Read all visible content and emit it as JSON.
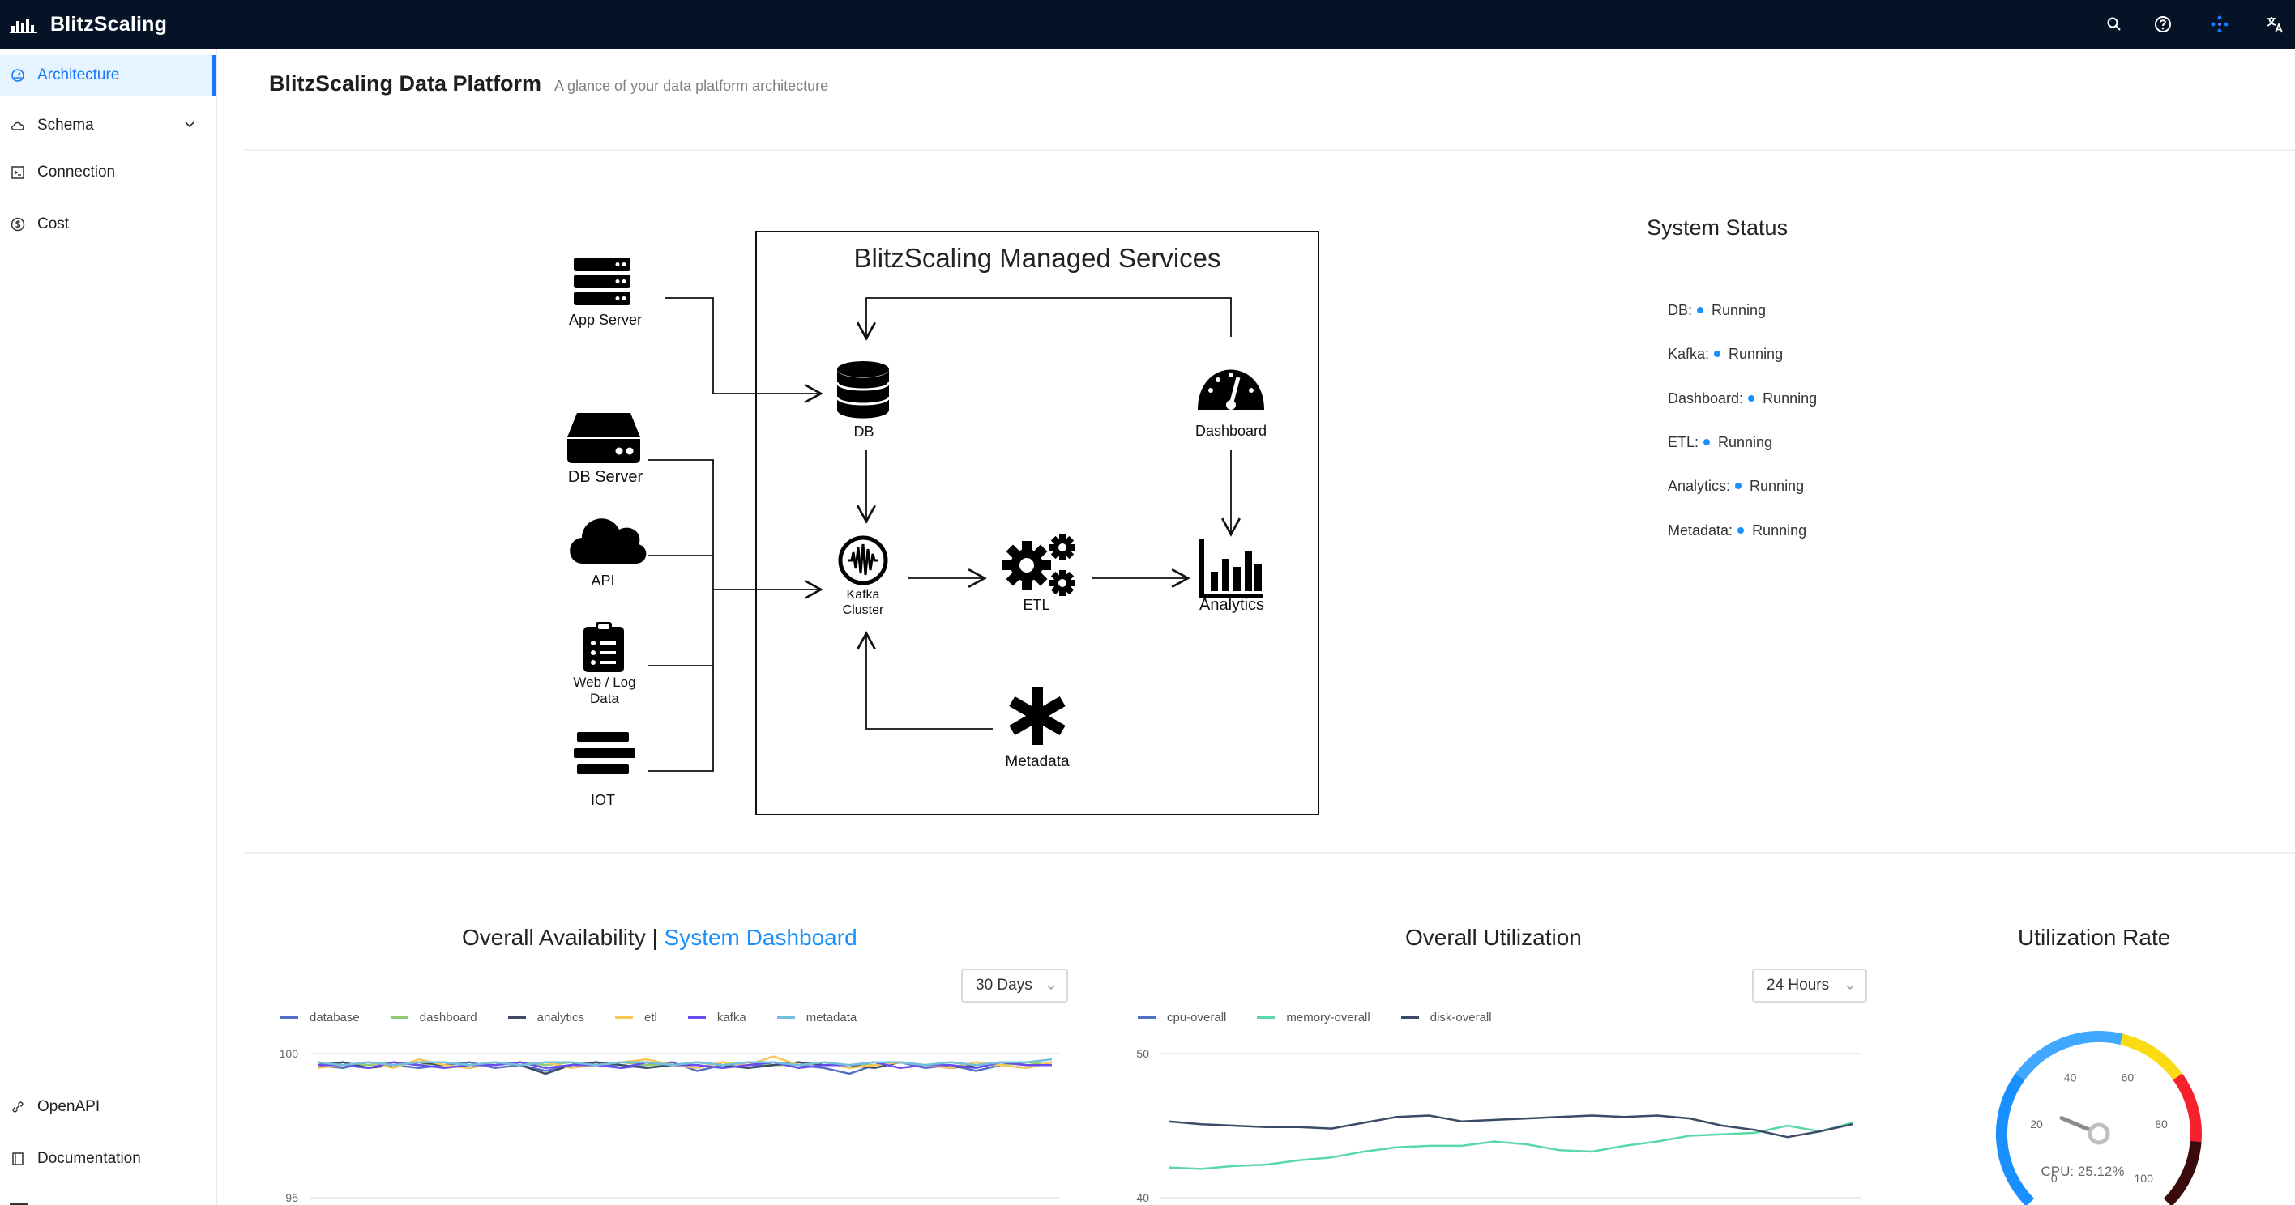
{
  "app": {
    "brand": "BlitzScaling",
    "logo_icon": "blitzscaling-logo"
  },
  "topbar": {
    "icons": [
      "search-icon",
      "question-circle-icon",
      "apps-icon",
      "translate-icon"
    ]
  },
  "sidebar": {
    "items": [
      {
        "label": "Architecture",
        "icon": "dashboard-icon",
        "active": true
      },
      {
        "label": "Schema",
        "icon": "cloud-icon",
        "active": false
      },
      {
        "label": "Connection",
        "icon": "code-icon",
        "active": false
      },
      {
        "label": "Cost",
        "icon": "dollar-icon",
        "active": false
      }
    ],
    "bottom_items": [
      {
        "label": "OpenAPI",
        "icon": "api-icon"
      },
      {
        "label": "Documentation",
        "icon": "book-icon"
      }
    ]
  },
  "header": {
    "title": "BlitzScaling Data Platform",
    "subtitle": "A glance of your data platform architecture"
  },
  "diagram": {
    "box_title": "BlitzScaling Managed Services",
    "sources": [
      "App Server",
      "DB Server",
      "API",
      "Web / Log Data",
      "IOT"
    ],
    "web_log_lines": [
      "Web / Log",
      "Data"
    ],
    "services": {
      "db": "DB",
      "dashboard": "Dashboard",
      "kafka_lines": [
        "Kafka",
        "Cluster"
      ],
      "etl": "ETL",
      "analytics": "Analytics",
      "metadata": "Metadata"
    }
  },
  "status": {
    "title": "System Status",
    "items": [
      {
        "label": "DB:",
        "value": "Running"
      },
      {
        "label": "Kafka:",
        "value": "Running"
      },
      {
        "label": "Dashboard:",
        "value": "Running"
      },
      {
        "label": "ETL:",
        "value": "Running"
      },
      {
        "label": "Analytics:",
        "value": "Running"
      },
      {
        "label": "Metadata:",
        "value": "Running"
      }
    ],
    "dot_color": "#1890ff"
  },
  "availability": {
    "title_prefix": "Overall Availability | ",
    "title_link": "System Dashboard",
    "range": "30 Days"
  },
  "utilization": {
    "title": "Overall Utilization",
    "range": "24 Hours"
  },
  "rate": {
    "title": "Utilization Rate"
  },
  "chart_data": [
    {
      "type": "line",
      "title": "",
      "ylim": [
        95,
        100
      ],
      "y_ticks": [
        "100",
        "95"
      ],
      "series": [
        {
          "name": "database",
          "color": "#5470c6",
          "values": [
            99.6,
            99.5,
            99.7,
            99.6,
            99.5,
            99.6,
            99.7,
            99.5,
            99.6,
            99.4,
            99.6,
            99.7,
            99.5,
            99.6,
            99.7,
            99.4,
            99.6,
            99.5,
            99.7,
            99.6,
            99.5,
            99.3,
            99.6,
            99.7,
            99.5,
            99.6,
            99.4,
            99.6,
            99.5,
            99.7
          ]
        },
        {
          "name": "dashboard",
          "color": "#91cc75",
          "values": [
            99.7,
            99.6,
            99.6,
            99.7,
            99.6,
            99.7,
            99.6,
            99.6,
            99.7,
            99.6,
            99.7,
            99.6,
            99.7,
            99.6,
            99.6,
            99.7,
            99.6,
            99.7,
            99.6,
            99.6,
            99.7,
            99.6,
            99.6,
            99.7,
            99.6,
            99.7,
            99.6,
            99.6,
            99.7,
            99.6
          ]
        },
        {
          "name": "analytics",
          "color": "#3b4a66",
          "values": [
            99.6,
            99.7,
            99.5,
            99.6,
            99.7,
            99.6,
            99.5,
            99.7,
            99.6,
            99.3,
            99.6,
            99.7,
            99.6,
            99.5,
            99.6,
            99.7,
            99.6,
            99.5,
            99.6,
            99.7,
            99.6,
            99.6,
            99.5,
            99.7,
            99.6,
            99.5,
            99.6,
            99.7,
            99.6,
            99.6
          ]
        },
        {
          "name": "etl",
          "color": "#fac858",
          "values": [
            99.5,
            99.6,
            99.7,
            99.5,
            99.8,
            99.6,
            99.5,
            99.7,
            99.6,
            99.7,
            99.5,
            99.6,
            99.7,
            99.8,
            99.6,
            99.5,
            99.7,
            99.6,
            99.9,
            99.6,
            99.7,
            99.5,
            99.6,
            99.7,
            99.6,
            99.5,
            99.7,
            99.6,
            99.5,
            99.7
          ]
        },
        {
          "name": "kafka",
          "color": "#6a4cf0",
          "values": [
            99.6,
            99.6,
            99.5,
            99.7,
            99.6,
            99.5,
            99.6,
            99.6,
            99.7,
            99.5,
            99.6,
            99.6,
            99.5,
            99.7,
            99.6,
            99.6,
            99.5,
            99.6,
            99.7,
            99.5,
            99.6,
            99.6,
            99.7,
            99.5,
            99.6,
            99.6,
            99.5,
            99.7,
            99.6,
            99.6
          ]
        },
        {
          "name": "metadata",
          "color": "#73c0de",
          "values": [
            99.7,
            99.6,
            99.7,
            99.6,
            99.7,
            99.7,
            99.6,
            99.7,
            99.6,
            99.7,
            99.7,
            99.6,
            99.7,
            99.7,
            99.6,
            99.7,
            99.6,
            99.7,
            99.7,
            99.6,
            99.7,
            99.6,
            99.7,
            99.7,
            99.6,
            99.7,
            99.6,
            99.7,
            99.7,
            99.8
          ]
        }
      ]
    },
    {
      "type": "line",
      "title": "",
      "ylim": [
        40,
        50
      ],
      "y_ticks": [
        "50",
        "40"
      ],
      "series": [
        {
          "name": "cpu-overall",
          "color": "#5470c6",
          "values": []
        },
        {
          "name": "memory-overall",
          "color": "#5ad8a6",
          "values": [
            42.1,
            42.0,
            42.2,
            42.3,
            42.6,
            42.8,
            43.2,
            43.5,
            43.6,
            43.6,
            43.9,
            43.7,
            43.3,
            43.2,
            43.6,
            43.9,
            44.3,
            44.4,
            44.5,
            45.0,
            44.6,
            45.2
          ]
        },
        {
          "name": "disk-overall",
          "color": "#3b4a66",
          "values": [
            45.3,
            45.1,
            45.0,
            44.9,
            44.9,
            44.8,
            45.2,
            45.6,
            45.7,
            45.3,
            45.4,
            45.5,
            45.6,
            45.7,
            45.6,
            45.7,
            45.5,
            45.0,
            44.7,
            44.2,
            44.6,
            45.1
          ]
        }
      ]
    },
    {
      "type": "gauge",
      "title": "",
      "value": 25.12,
      "range": [
        0,
        100
      ],
      "tick_labels": [
        "0",
        "20",
        "40",
        "60",
        "80",
        "100"
      ],
      "label": "CPU: 25.12%",
      "bands": [
        {
          "to": 0.3,
          "color": "#1890ff"
        },
        {
          "to": 0.55,
          "color": "#40a9ff"
        },
        {
          "to": 0.7,
          "color": "#fadb14"
        },
        {
          "to": 0.85,
          "color": "#f5222d"
        },
        {
          "to": 1.0,
          "color": "#3b0a0a"
        }
      ]
    }
  ]
}
